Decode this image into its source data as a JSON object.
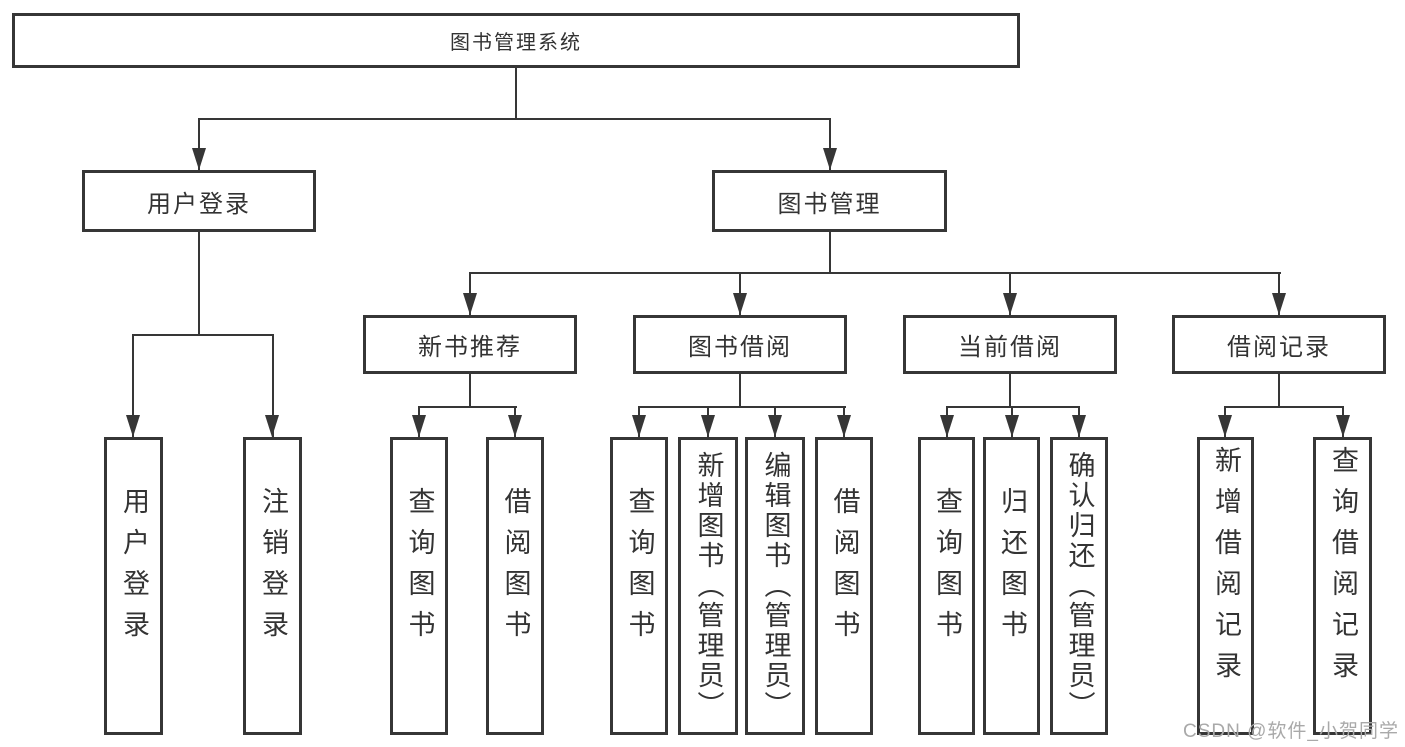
{
  "diagram": {
    "watermark": {
      "text": "CSDN @软件_小贺同学"
    },
    "colors": {
      "line": "#363636",
      "text": "#333333",
      "watermark": "#a9a9a9",
      "background": "#ffffff"
    },
    "tree": {
      "root": {
        "label": "图书管理系统",
        "children": [
          {
            "label": "用户登录",
            "children": [
              {
                "label": "用户登录"
              },
              {
                "label": "注销登录"
              }
            ]
          },
          {
            "label": "图书管理",
            "children": [
              {
                "label": "新书推荐",
                "children": [
                  {
                    "label": "查询图书"
                  },
                  {
                    "label": "借阅图书"
                  }
                ]
              },
              {
                "label": "图书借阅",
                "children": [
                  {
                    "label": "查询图书"
                  },
                  {
                    "label": "新增图书（管理员）"
                  },
                  {
                    "label": "编辑图书（管理员）"
                  },
                  {
                    "label": "借阅图书"
                  }
                ]
              },
              {
                "label": "当前借阅",
                "children": [
                  {
                    "label": "查询图书"
                  },
                  {
                    "label": "归还图书"
                  },
                  {
                    "label": "确认归还（管理员）"
                  }
                ]
              },
              {
                "label": "借阅记录",
                "children": [
                  {
                    "label": "新增借阅记录"
                  },
                  {
                    "label": "查询借阅记录"
                  }
                ]
              }
            ]
          }
        ]
      }
    }
  }
}
